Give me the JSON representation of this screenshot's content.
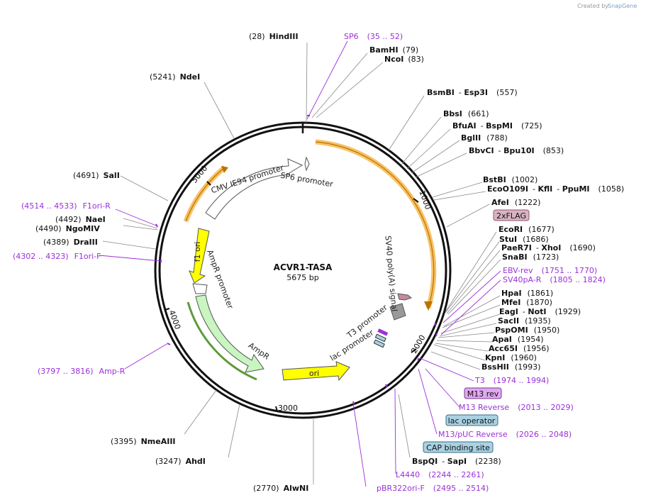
{
  "credit": {
    "prefix": "Created by",
    "brand": "SnapGene"
  },
  "plasmid": {
    "name": "ACVR1-TASA",
    "size": "5675 bp"
  },
  "ticks": [
    "1000",
    "2000",
    "3000",
    "4000",
    "5000"
  ],
  "features": {
    "cmv": "CMV IE94 promoter",
    "sp6p": "SP6 promoter",
    "f1ori": "f1 ori",
    "amprp": "AmpR promoter",
    "ampr": "AmpR",
    "ori": "ori",
    "sv40": "SV40 poly(A) signal",
    "t3p": "T3 promoter",
    "lacp": "lac promoter"
  },
  "enzymes": [
    {
      "name": "HindIII",
      "pos": "(28)"
    },
    {
      "name": "BamHI",
      "pos": "(79)"
    },
    {
      "name": "NcoI",
      "pos": "(83)"
    },
    {
      "name": "BsmBI",
      "name2": "Esp3I",
      "pos": "(557)"
    },
    {
      "name": "BbsI",
      "pos": "(661)"
    },
    {
      "name": "BfuAI",
      "name2": "BspMI",
      "pos": "(725)"
    },
    {
      "name": "BglII",
      "pos": "(788)"
    },
    {
      "name": "BbvCI",
      "name2": "Bpu10I",
      "pos": "(853)"
    },
    {
      "name": "BstBI",
      "pos": "(1002)"
    },
    {
      "name": "EcoO109I",
      "name2": "KflI",
      "name3": "PpuMI",
      "pos": "(1058)"
    },
    {
      "name": "AfeI",
      "pos": "(1222)"
    },
    {
      "name": "EcoRI",
      "pos": "(1677)"
    },
    {
      "name": "StuI",
      "pos": "(1686)"
    },
    {
      "name": "PaeR7I",
      "name2": "XhoI",
      "pos": "(1690)"
    },
    {
      "name": "SnaBI",
      "pos": "(1723)"
    },
    {
      "name": "HpaI",
      "pos": "(1861)"
    },
    {
      "name": "MfeI",
      "pos": "(1870)"
    },
    {
      "name": "EagI",
      "name2": "NotI",
      "pos": "(1929)"
    },
    {
      "name": "SacII",
      "pos": "(1935)"
    },
    {
      "name": "PspOMI",
      "pos": "(1950)"
    },
    {
      "name": "ApaI",
      "pos": "(1954)"
    },
    {
      "name": "Acc65I",
      "pos": "(1956)"
    },
    {
      "name": "KpnI",
      "pos": "(1960)"
    },
    {
      "name": "BssHII",
      "pos": "(1993)"
    },
    {
      "name": "BspQI",
      "name2": "SapI",
      "pos": "(2238)"
    },
    {
      "name": "AlwNI",
      "pos": "(2770)"
    },
    {
      "name": "AhdI",
      "pos": "(3247)"
    },
    {
      "name": "NmeAIII",
      "pos": "(3395)"
    },
    {
      "name": "DraIII",
      "pos": "(4389)"
    },
    {
      "name": "NgoMIV",
      "pos": "(4490)"
    },
    {
      "name": "NaeI",
      "pos": "(4492)"
    },
    {
      "name": "SalI",
      "pos": "(4691)"
    },
    {
      "name": "NdeI",
      "pos": "(5241)"
    }
  ],
  "primers": [
    {
      "name": "SP6",
      "range": "(35 .. 52)"
    },
    {
      "name": "EBV-rev",
      "range": "(1751 .. 1770)"
    },
    {
      "name": "SV40pA-R",
      "range": "(1805 .. 1824)"
    },
    {
      "name": "T3",
      "range": "(1974 .. 1994)"
    },
    {
      "name": "M13 Reverse",
      "range": "(2013 .. 2029)"
    },
    {
      "name": "M13/pUC Reverse",
      "range": "(2026 .. 2048)"
    },
    {
      "name": "L4440",
      "range": "(2244 .. 2261)"
    },
    {
      "name": "pBR322ori-F",
      "range": "(2495 .. 2514)"
    },
    {
      "name": "Amp-R",
      "range": "(3797 .. 3816)"
    },
    {
      "name": "F1ori-F",
      "range": "(4302 .. 4323)"
    },
    {
      "name": "F1ori-R",
      "range": "(4514 .. 4533)"
    }
  ],
  "boxed": [
    {
      "name": "2xFLAG",
      "color": "#d9b3c2"
    },
    {
      "name": "M13 rev",
      "color": "#e0a8f0"
    },
    {
      "name": "lac operator",
      "color": "#a9d2e3"
    },
    {
      "name": "CAP binding site",
      "color": "#a9d2e3"
    }
  ],
  "colors": {
    "orange": "#f5a623",
    "primer": "#9b30d9",
    "yellow": "#ffff00",
    "green": "#c8f5c0"
  }
}
